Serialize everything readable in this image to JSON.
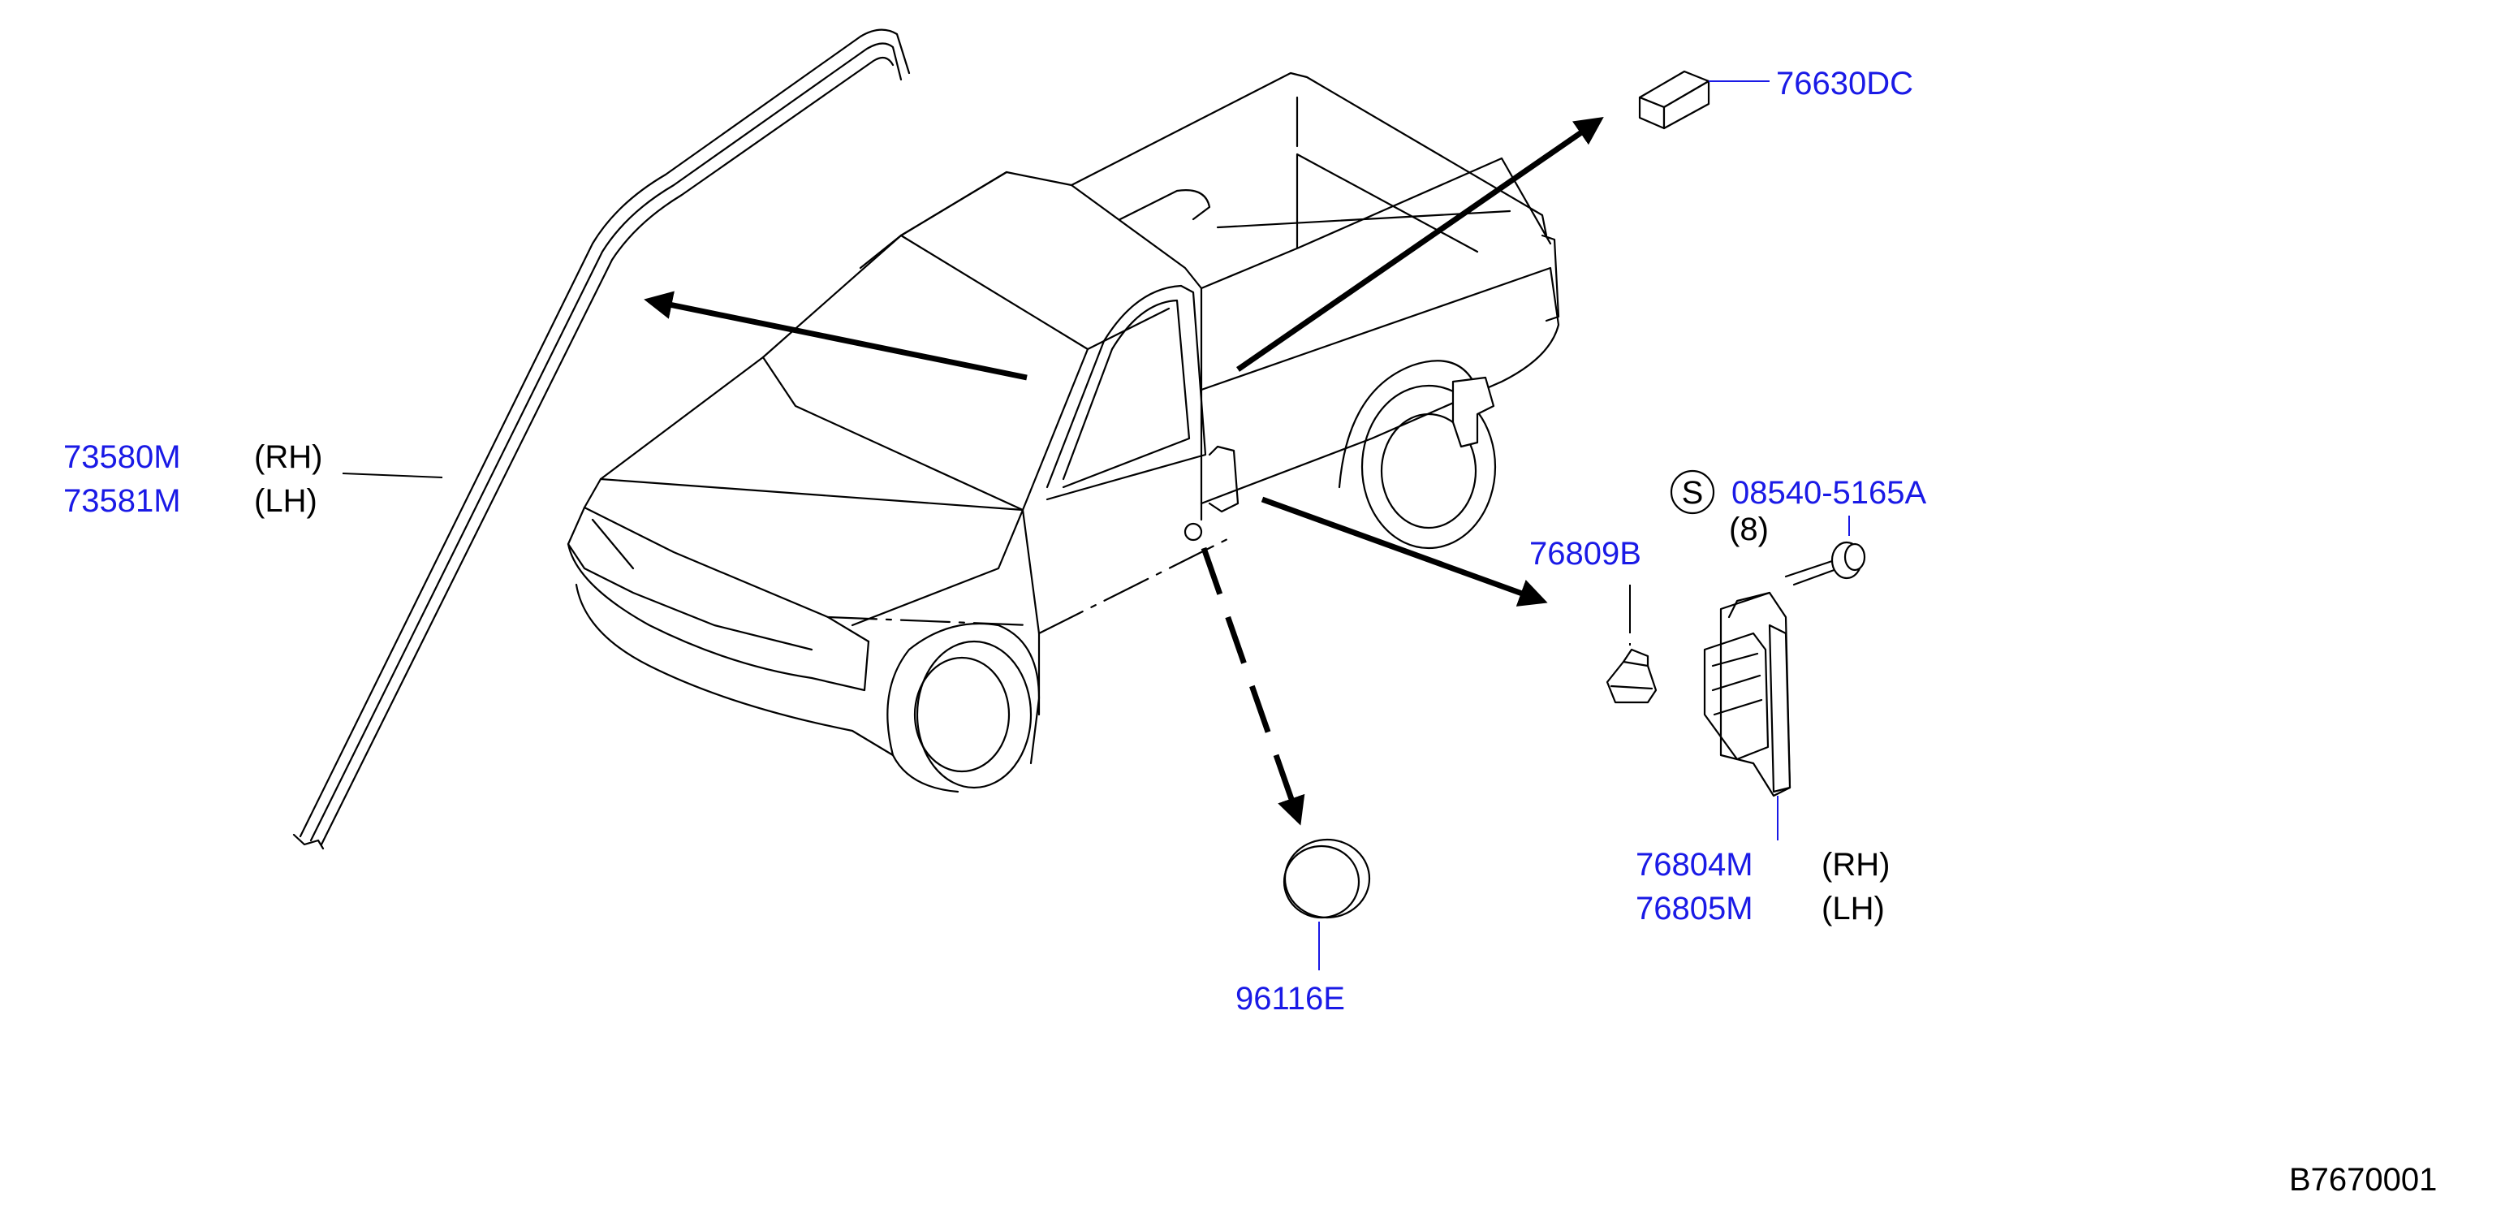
{
  "colors": {
    "part_number": "#1a1ae6",
    "text": "#000000",
    "background": "#ffffff"
  },
  "parts": {
    "molding_rh": {
      "number": "73580M",
      "side": "(RH)"
    },
    "molding_lh": {
      "number": "73581M",
      "side": "(LH)"
    },
    "nameplate": {
      "number": "76630DC"
    },
    "bolt": {
      "symbol": "S",
      "number": "08540-5165A",
      "qty": "(8)"
    },
    "clip": {
      "number": "76809B"
    },
    "guard_rh": {
      "number": "76804M",
      "side": "(RH)"
    },
    "guard_lh": {
      "number": "76805M",
      "side": "(LH)"
    },
    "plug": {
      "number": "96116E"
    }
  },
  "diagram_code": "B7670001",
  "icons": [
    "pickup-truck-illustration",
    "roof-molding-strip",
    "nameplate-block",
    "bolt",
    "clip",
    "mud-guard-panel",
    "round-plug"
  ]
}
